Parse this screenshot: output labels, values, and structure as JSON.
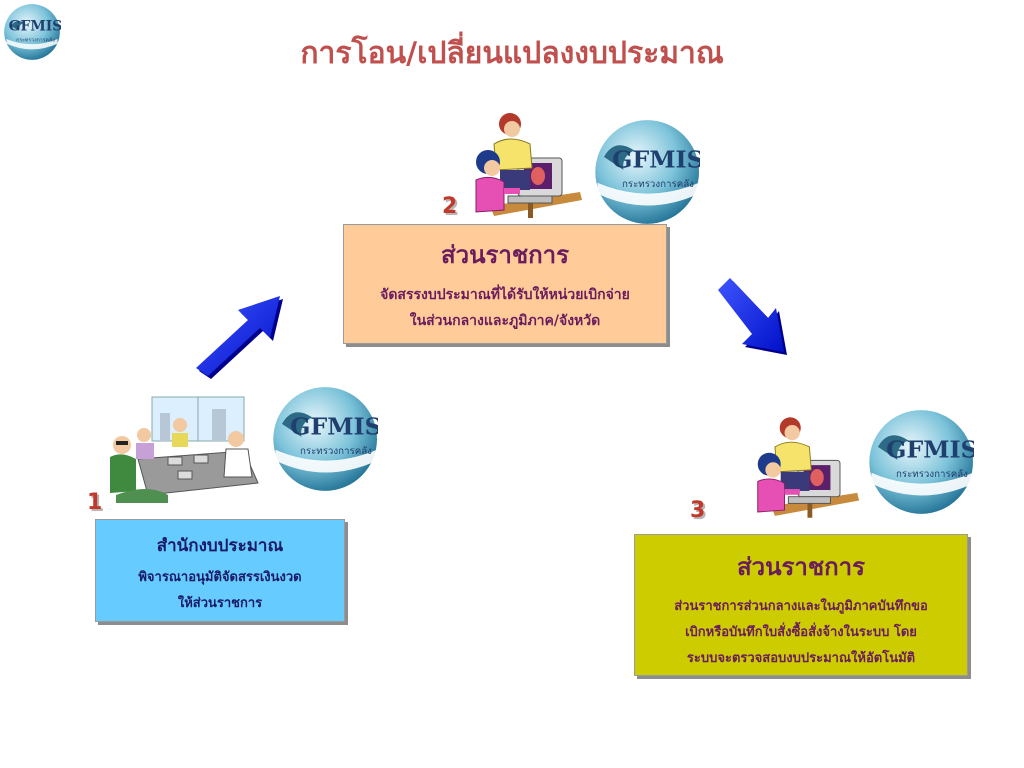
{
  "logo": {
    "text": "GFMIS",
    "subtext": "กระทรวงการคลัง"
  },
  "title": "การโอน/เปลี่ยนแปลงงบประมาณ",
  "steps": [
    {
      "number": "1",
      "heading": "สำนักงบประมาณ",
      "body": "พิจารณาอนุมัติจัดสรรเงินงวด\nให้ส่วนราชการ",
      "bg": "#66ccff",
      "heading_color": "#1a1a66",
      "body_color": "#1a1a66"
    },
    {
      "number": "2",
      "heading": "ส่วนราชการ",
      "body": "จัดสรรงบประมาณที่ได้รับให้หน่วยเบิกจ่าย\nในส่วนกลางและภูมิภาค/จังหวัด",
      "bg": "#ffcc99",
      "heading_color": "#6b1c5c",
      "body_color": "#6b1c5c"
    },
    {
      "number": "3",
      "heading": "ส่วนราชการ",
      "body": "ส่วนราชการส่วนกลางและในภูมิภาคบันทึกขอ\nเบิกหรือบันทึกใบสั่งซื้อสั่งจ้างในระบบ โดย\nระบบจะตรวจสอบงบประมาณให้อัตโนมัติ",
      "bg": "#cccc00",
      "heading_color": "#6b1c5c",
      "body_color": "#6b1c5c"
    }
  ],
  "colors": {
    "arrow": "#0a1fe0",
    "title": "#c0504d",
    "number": "#c0392b"
  }
}
